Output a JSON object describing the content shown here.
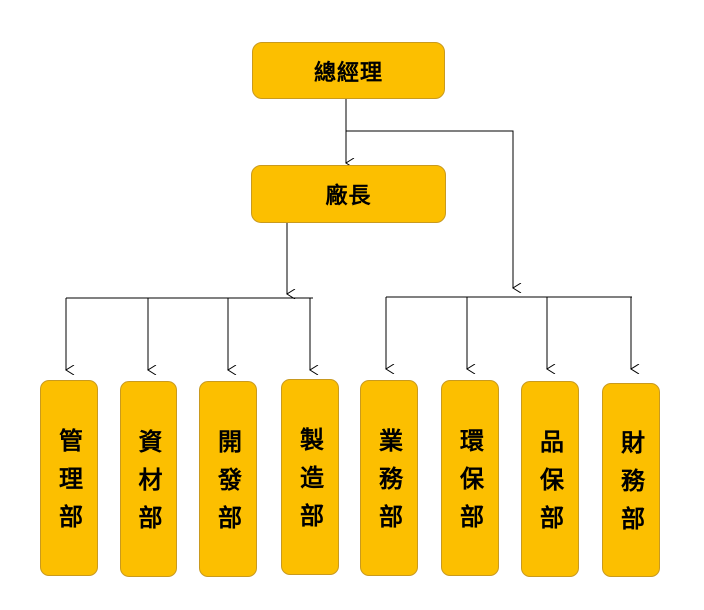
{
  "colors": {
    "box_fill": "#fcbf00",
    "box_border": "#c99a1e",
    "line": "#000000"
  },
  "chart": {
    "general_manager": "總經理",
    "factory_director": "廠長",
    "departments": [
      "管理部",
      "資材部",
      "開發部",
      "製造部",
      "業務部",
      "環保部",
      "品保部",
      "財務部"
    ]
  }
}
